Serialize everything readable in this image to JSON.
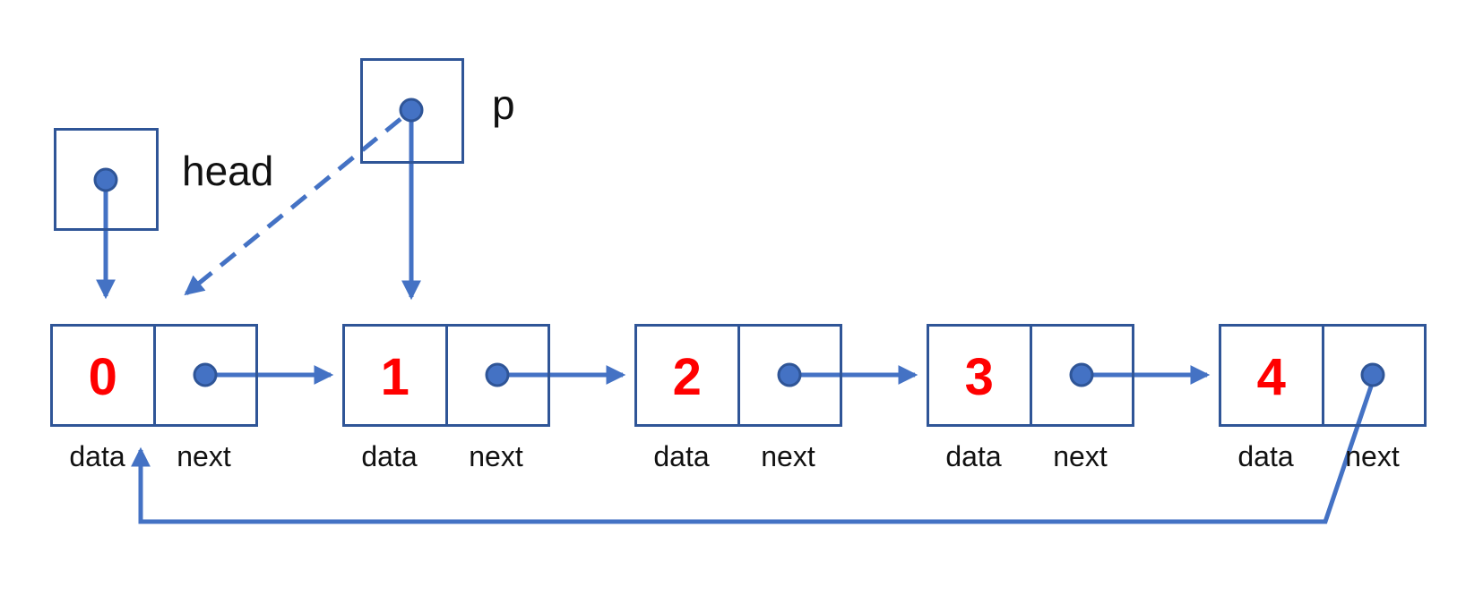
{
  "pointers": {
    "head": {
      "label": "head"
    },
    "p": {
      "label": "p"
    }
  },
  "nodes": [
    {
      "value": "0",
      "data_label": "data",
      "next_label": "next"
    },
    {
      "value": "1",
      "data_label": "data",
      "next_label": "next"
    },
    {
      "value": "2",
      "data_label": "data",
      "next_label": "next"
    },
    {
      "value": "3",
      "data_label": "data",
      "next_label": "next"
    },
    {
      "value": "4",
      "data_label": "data",
      "next_label": "next"
    }
  ],
  "colors": {
    "arrow": "#4472C4",
    "border": "#2F5597",
    "value": "#FF0000",
    "text": "#111111",
    "background": "#FFFFFF"
  }
}
